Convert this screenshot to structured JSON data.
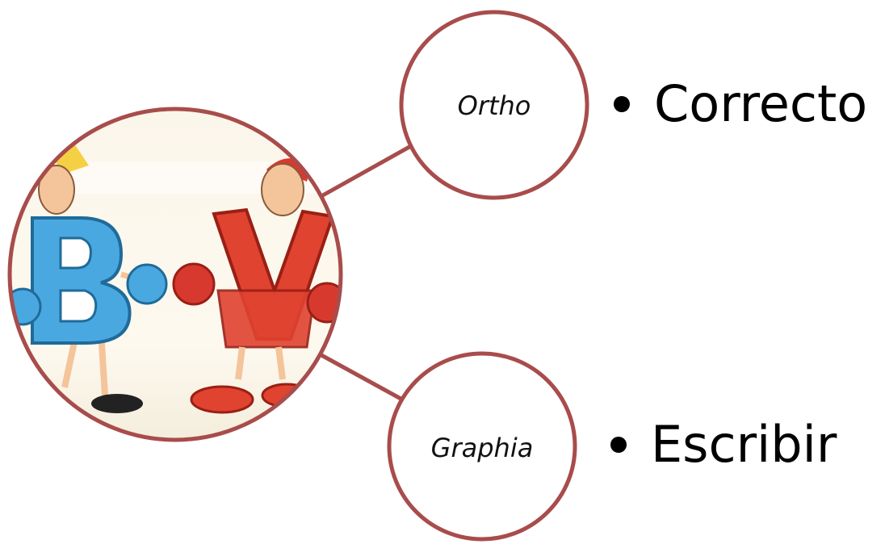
{
  "diagram": {
    "accent_color": "#a84c4c",
    "image": {
      "description_icon": "b-versus-v-boxing-letters-illustration",
      "letters": [
        "B",
        "V"
      ]
    },
    "nodes": [
      {
        "label": "Ortho",
        "bullet": "Correcto"
      },
      {
        "label": "Graphia",
        "bullet": "Escribir"
      }
    ]
  }
}
